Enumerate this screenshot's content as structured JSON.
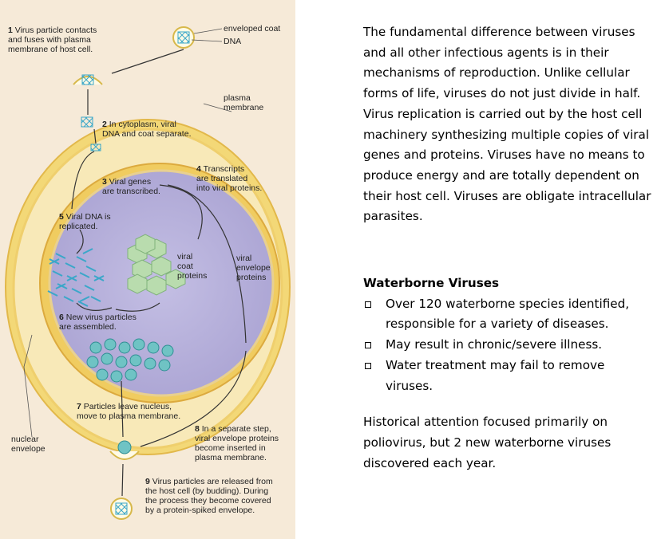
{
  "diagram": {
    "labels": {
      "enveloped_coat": "enveloped coat",
      "dna": "DNA",
      "plasma_membrane": "plasma\nmembrane",
      "nuclear_envelope": "nuclear\nenvelope",
      "viral_coat_proteins": "viral\ncoat\nproteins",
      "viral_envelope_proteins": "viral\nenvelope\nproteins"
    },
    "steps": [
      {
        "num": "1",
        "text": "Virus particle contacts\nand fuses with plasma\nmembrane of host cell."
      },
      {
        "num": "2",
        "text": "In cytoplasm, viral\nDNA and coat separate."
      },
      {
        "num": "3",
        "text": "Viral genes\nare transcribed."
      },
      {
        "num": "4",
        "text": "Transcripts\nare translated\ninto viral proteins."
      },
      {
        "num": "5",
        "text": "Viral DNA is\nreplicated."
      },
      {
        "num": "6",
        "text": "New virus particles\nare assembled."
      },
      {
        "num": "7",
        "text": "Particles leave nucleus,\nmove to plasma membrane."
      },
      {
        "num": "8",
        "text": "In a separate step,\nviral envelope proteins\nbecome inserted in\nplasma membrane."
      },
      {
        "num": "9",
        "text": "Virus particles are released from\nthe host cell (by budding). During\nthe process they become covered\nby a protein-spiked envelope."
      }
    ],
    "colors": {
      "cell_outer": "#f3d877",
      "cytoplasm": "#f8e9b8",
      "nucleus": "#b9b3de",
      "nucleus_rim": "#f0cc60",
      "virus_teal": "#6fc3c4",
      "coat_green": "#b9dcae",
      "page_bg": "#f6ead8"
    }
  },
  "text": {
    "intro": "The fundamental difference between viruses and all other infectious agents is in their mechanisms of reproduction.  Unlike cellular forms of life, viruses do not just divide in half.  Virus replication is carried out by the host cell machinery synthesizing multiple copies of viral genes and proteins.  Viruses have no means to produce energy and are totally dependent on their host cell.  Viruses are obligate intracellular parasites.",
    "heading": "Waterborne Viruses",
    "bullets": [
      "Over 120 waterborne species identified, responsible for a variety of diseases.",
      "May result in chronic/severe illness.",
      "Water treatment may fail to remove viruses."
    ],
    "closing": "Historical attention focused primarily on poliovirus, but 2 new waterborne viruses discovered each year."
  }
}
